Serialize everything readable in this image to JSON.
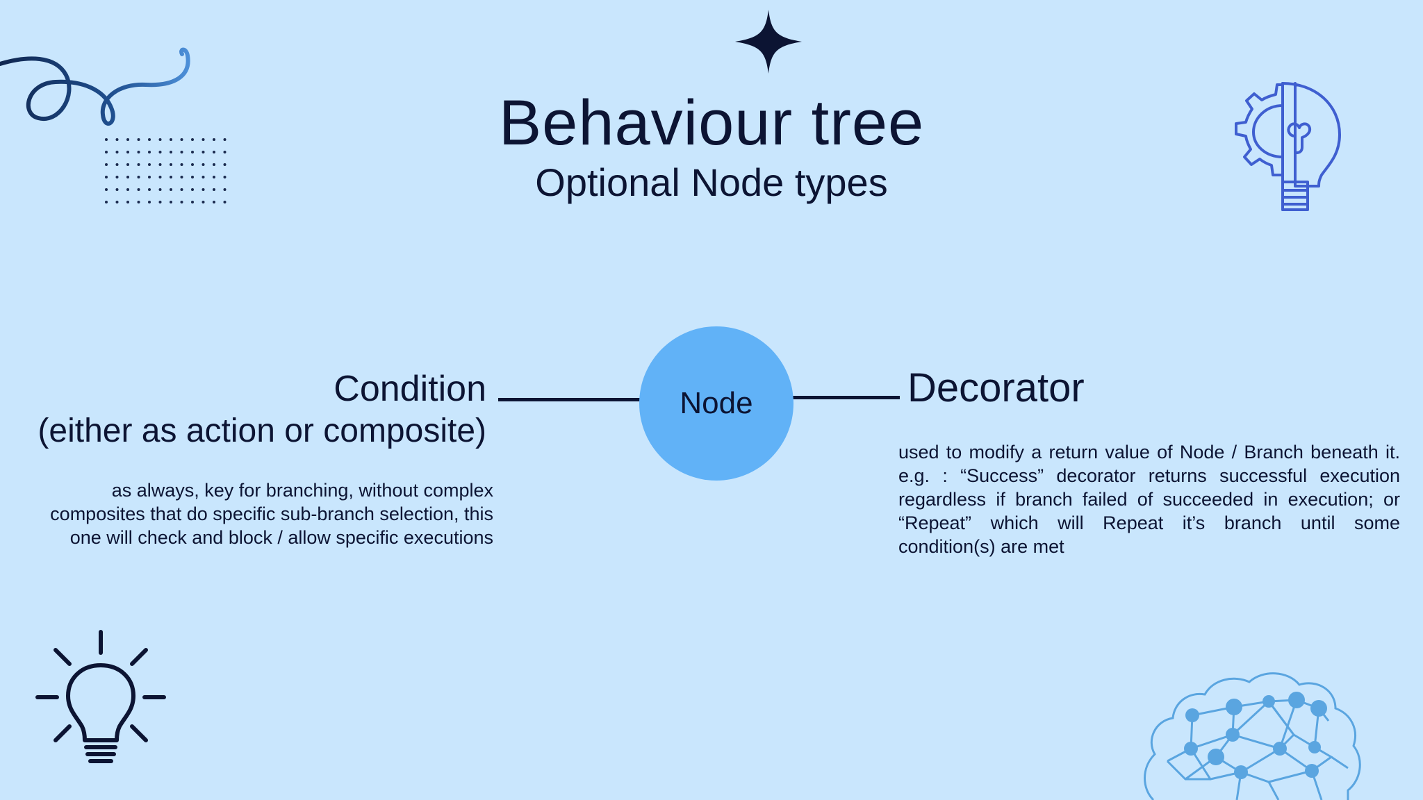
{
  "header": {
    "title": "Behaviour tree",
    "subtitle": "Optional Node types"
  },
  "center_node": {
    "label": "Node",
    "color": "#61b2f7"
  },
  "left_branch": {
    "title": "Condition",
    "subtitle": "(either as action or composite)",
    "description": "as always, key for branching, without complex composites that do specific sub-branch selection, this one will check and block / allow specific executions"
  },
  "right_branch": {
    "title": "Decorator",
    "description": "used to modify a return value of Node / Branch beneath it. e.g. : “Success” decorator returns successful execution regardless if branch failed of succeeded in execution; or “Repeat” which will Repeat it’s branch until some condition(s) are met"
  },
  "decorations": {
    "icons": [
      "star-icon",
      "squiggle-icon",
      "dot-grid-icon",
      "gear-bulb-icon",
      "lightbulb-icon",
      "brain-network-icon"
    ],
    "background_color": "#c9e6fd",
    "text_color": "#0c1433",
    "accent_blue": "#3f5fd0"
  }
}
